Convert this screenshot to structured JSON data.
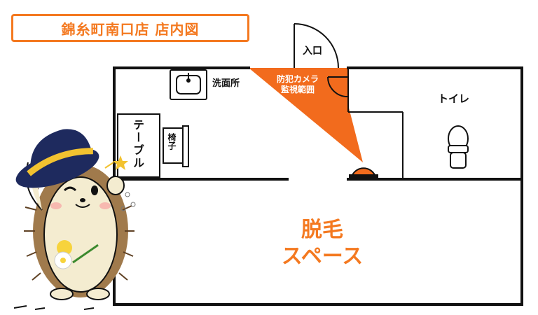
{
  "header": {
    "title": "錦糸町南口店 店内図"
  },
  "rooms": {
    "entrance": "入口",
    "washroom": "洗面所",
    "camera_range": "防犯カメラ\n監視範囲",
    "toilet": "トイレ",
    "table": "テーブル",
    "chair": "椅子",
    "treatment_space": "脱毛\nスペース"
  },
  "colors": {
    "accent": "#F47920",
    "camera_cone": "#F26B1D",
    "wall": "#111111",
    "hat": "#1E2A5E",
    "hat_band": "#F2C230"
  },
  "icons": {
    "camera": "dome-camera-icon",
    "sink": "sink-icon",
    "toilet": "toilet-icon",
    "mascot": "hedgehog-mascot-icon"
  }
}
